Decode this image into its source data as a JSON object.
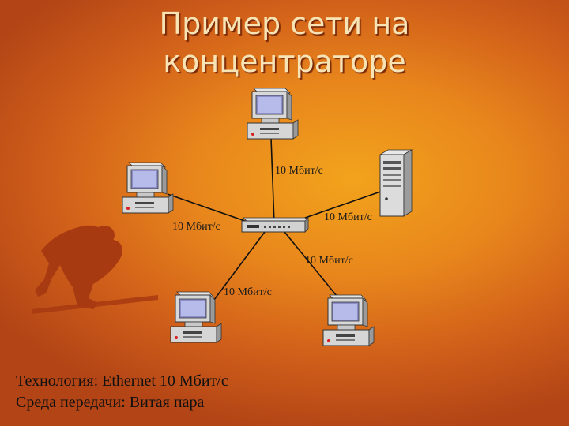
{
  "slide": {
    "title_line1": "Пример сети на",
    "title_line2": "концентраторе"
  },
  "diagram": {
    "hub": {
      "icon": "network-hub-icon"
    },
    "nodes": [
      {
        "id": "pc-top",
        "icon": "desktop-computer-icon"
      },
      {
        "id": "pc-left",
        "icon": "desktop-computer-icon"
      },
      {
        "id": "server-right",
        "icon": "tower-server-icon"
      },
      {
        "id": "pc-bottom-left",
        "icon": "desktop-computer-icon"
      },
      {
        "id": "pc-bottom-right",
        "icon": "desktop-computer-icon"
      }
    ],
    "link_labels": [
      "10 Мбит/с",
      "10 Мбит/с",
      "10 Мбит/с",
      "10 Мбит/с",
      "10 Мбит/с"
    ]
  },
  "footer": {
    "line1": "Технология: Ethernet 10 Мбит/с",
    "line2": "Среда передачи: Витая пара"
  },
  "colors": {
    "background_center": "#f2a31c",
    "background_edge": "#b24416",
    "title_text": "#f8e3b4",
    "runner_silhouette": "#a83a12"
  }
}
